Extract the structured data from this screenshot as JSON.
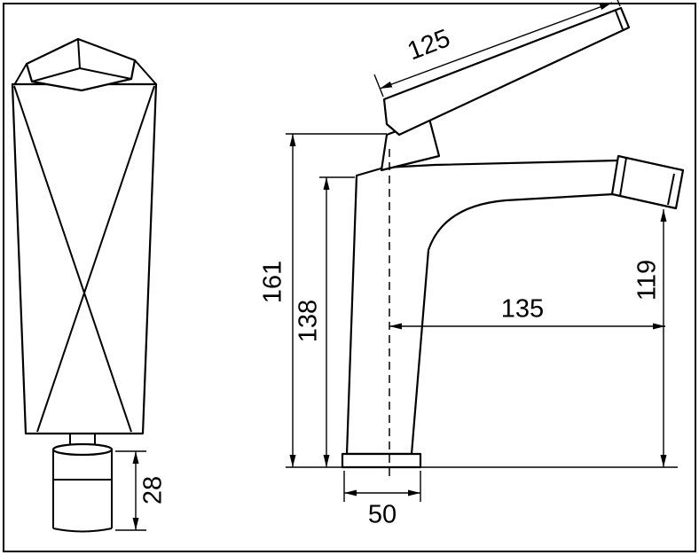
{
  "drawing": {
    "background_color": "#ffffff",
    "line_color": "#000000",
    "front_view": {
      "aerator_height": "28"
    },
    "side_view": {
      "handle_length": "125",
      "overall_height": "161",
      "body_height": "138",
      "spout_reach": "135",
      "spout_height": "119",
      "base_width": "50"
    }
  }
}
